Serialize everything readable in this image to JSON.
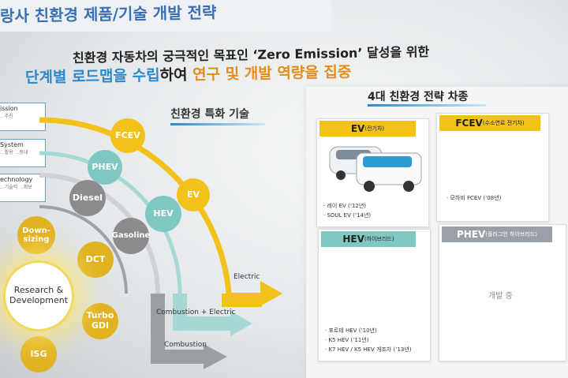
{
  "header": {
    "title": "랑사 친환경 제품/기술 개발 전략",
    "subtitle_line1": "친환경 자동차의 궁극적인 목표인 ‘Zero Emission’ 달성을 위한",
    "subtitle_line2_blue": "단계별 로드맵을 수립",
    "subtitle_line2_mid": "하여 ",
    "subtitle_line2_orange": "연구 및 개발 역량을 집중"
  },
  "left": {
    "section_title": "친환경 특화 기술",
    "side_boxes": [
      {
        "title": "ission",
        "sub": "...추진"
      },
      {
        "title": "System",
        "sub": "...활용 ...중대"
      },
      {
        "title": "echnology",
        "sub": "...기술력 ...확보"
      }
    ],
    "center": "Research & Development",
    "core_bubbles": [
      "Down-sizing",
      "DCT",
      "Turbo GDI",
      "ISG"
    ],
    "arc_bubbles": {
      "fcev": "FCEV",
      "phev": "PHEV",
      "diesel": "Diesel",
      "ev": "EV",
      "hev": "HEV",
      "gasoline": "Gasoline"
    },
    "flows": [
      "Electric",
      "Combustion + Electric",
      "Combustion"
    ]
  },
  "right": {
    "panel_title": "4대 친환경 전략 차종",
    "cards": {
      "ev": {
        "head": "EV",
        "head_small": "(전기차)",
        "notes": [
          "· 레이 EV (’12년)",
          "· SOUL EV (’14년)"
        ]
      },
      "fcev": {
        "head": "FCEV",
        "head_small": "(수소연료 전기차)",
        "notes": [
          "· 모하비 FCEV (’08년)"
        ]
      },
      "hev": {
        "head": "HEV",
        "head_small": "(하이브리드)",
        "notes": [
          "· 포르테 HEV (’10년)",
          "· K5 HEV (’11년)",
          "· K7 HEV / K5 HEV 개조차 (’13년)"
        ]
      },
      "phev": {
        "head": "PHEV",
        "head_small": "(플러그인 하이브리드)",
        "status": "개발 중"
      }
    }
  },
  "colors": {
    "accent_blue": "#3a6fb6",
    "orange": "#e38d1b",
    "yellow": "#f2c21b",
    "teal": "#7ec8c1",
    "grey": "#8e8b8e"
  }
}
